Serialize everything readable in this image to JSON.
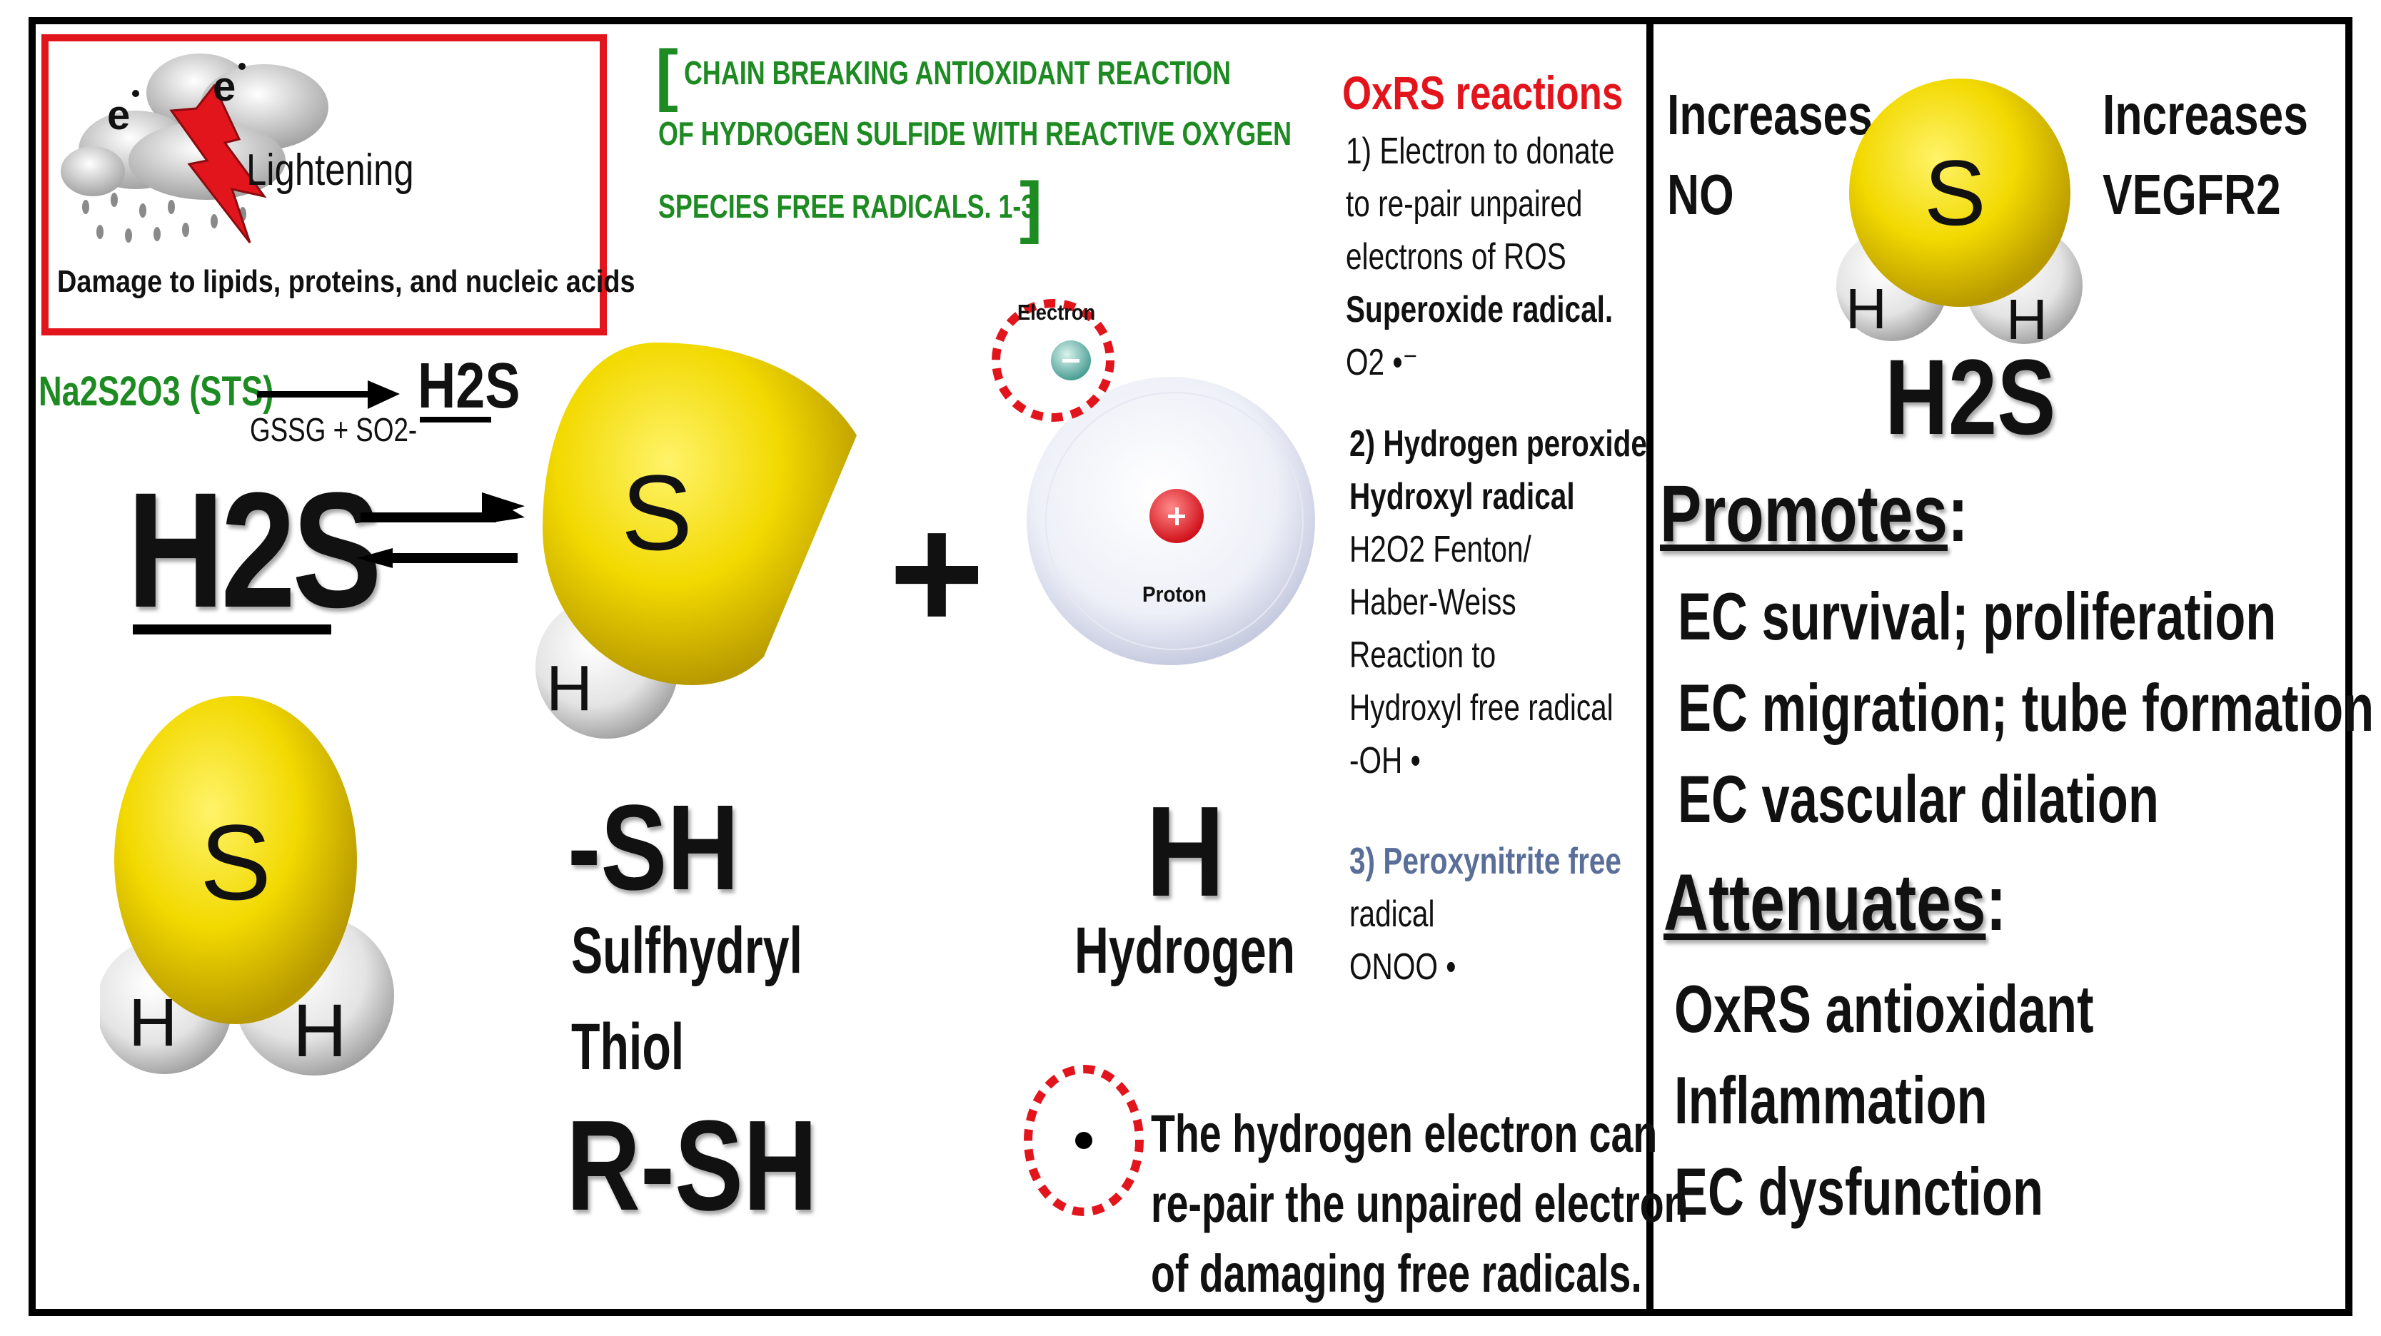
{
  "storm": {
    "electron1": "e",
    "electron2": "e",
    "lightning_label": "Lightening",
    "caption": "Damage to lipids, proteins, and nucleic acids"
  },
  "title_lines": [
    "CHAIN BREAKING ANTIOXIDANT REACTION",
    "OF HYDROGEN SULFIDE WITH REACTIVE OXYGEN",
    "SPECIES FREE RADICALS. 1-3"
  ],
  "bracket_open": "[",
  "bracket_close": "]",
  "sts": {
    "label": "Na2S2O3 (STS)",
    "product": "H2S",
    "byproduct": "GSSG + SO2-"
  },
  "main": {
    "h2s_big": "H2S",
    "sulfur_symbol": "S",
    "hydrogen_symbol": "H",
    "plus": "+",
    "sh_label": "-SH",
    "sulfhydryl": "Sulfhydryl",
    "thiol": "Thiol",
    "rsh": "R-SH",
    "h_big": "H",
    "hydrogen_label": "Hydrogen",
    "electron_label": "Electron",
    "proton_label": "Proton",
    "minus": "−",
    "plus_small": "+"
  },
  "oxrs": {
    "title": "OxRS reactions",
    "r1_lines": [
      "1) Electron to donate",
      "to re-pair unpaired",
      "electrons of ROS",
      "Superoxide radical.",
      "O2 •⁻"
    ],
    "r2_lines": [
      "2) Hydrogen peroxide",
      "Hydroxyl radical",
      "H2O2 Fenton/",
      "Haber-Weiss",
      "Reaction to",
      "Hydroxyl free radical",
      "-OH •"
    ],
    "r3_lines": [
      "3) Peroxynitrite free",
      "radical",
      "ONOO •"
    ]
  },
  "note_lines": [
    "The hydrogen electron can",
    "re-pair the unpaired electron",
    "of damaging free radicals."
  ],
  "right": {
    "increases_left": [
      "Increases",
      "NO"
    ],
    "increases_right": [
      "Increases",
      "VEGFR2"
    ],
    "molecule_label": "H2S",
    "promotes_title": "Promotes",
    "promotes_items": [
      "EC survival; proliferation",
      "EC migration; tube formation",
      "EC vascular dilation"
    ],
    "attenuates_title": "Attenuates",
    "attenuates_items": [
      "OxRS antioxidant",
      "Inflammation",
      "EC dysfunction"
    ],
    "colon": ":"
  },
  "colors": {
    "frame": "#000000",
    "red_accent": "#e2141c",
    "green_accent": "#1d8a22",
    "sulfur_yellow": "#f2d900",
    "hydrogen_white": "#e8e8e8",
    "peroxynitrite_blue": "#5a6e9a"
  }
}
